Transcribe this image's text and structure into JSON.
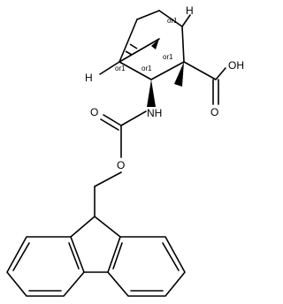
{
  "molecule": {
    "atom_labels": {
      "h_bridgehead_right": "H",
      "h_bridgehead_left": "H",
      "oh": "OH",
      "o_carbonyl_acid": "O",
      "nh": "NH",
      "o_carbonyl_carbamate": "O",
      "o_ester": "O"
    },
    "stereo_labels": {
      "c1": "or1",
      "c4": "or1",
      "c2": "or1",
      "c3": "or1"
    }
  }
}
